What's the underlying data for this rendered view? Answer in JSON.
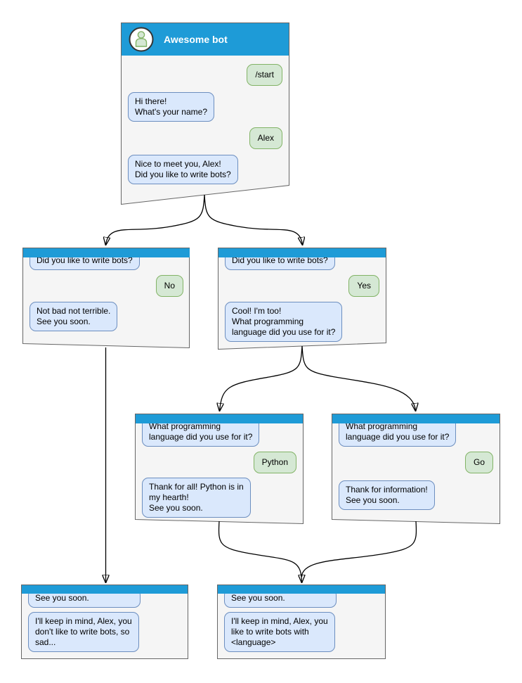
{
  "colors": {
    "header-blue": "#1E9BD7",
    "window-bg": "#F5F5F5",
    "window-border": "#666666",
    "bot-bubble-bg": "#DAE8FC",
    "bot-bubble-border": "#6C8EBF",
    "user-bubble-bg": "#D5E8D4",
    "user-bubble-border": "#82B366",
    "arrow-color": "#000000",
    "text-color": "#000000",
    "title-color": "#FFFFFF",
    "avatar-bg": "#FFFFFF",
    "avatar-border": "#333333"
  },
  "windows": {
    "main": {
      "title": "Awesome bot",
      "messages": [
        {
          "from": "user",
          "text": "/start"
        },
        {
          "from": "bot",
          "text": "Hi there!\nWhat's your name?"
        },
        {
          "from": "user",
          "text": "Alex"
        },
        {
          "from": "bot",
          "text": "Nice to meet you, Alex!\nDid you like to write bots?"
        }
      ]
    },
    "branch_no": {
      "messages": [
        {
          "from": "bot",
          "text": "Did you like to write bots?"
        },
        {
          "from": "user",
          "text": "No"
        },
        {
          "from": "bot",
          "text": "Not bad not terrible.\nSee you soon."
        }
      ]
    },
    "branch_yes": {
      "messages": [
        {
          "from": "bot",
          "text": "Did you like to write bots?"
        },
        {
          "from": "user",
          "text": "Yes"
        },
        {
          "from": "bot",
          "text": "Cool! I'm too!\nWhat programming\nlanguage did you use for it?"
        }
      ]
    },
    "lang_python": {
      "messages": [
        {
          "from": "bot",
          "text": "What programming\nlanguage did you use for it?"
        },
        {
          "from": "user",
          "text": "Python"
        },
        {
          "from": "bot",
          "text": "Thank for all! Python is in\nmy hearth!\nSee you soon."
        }
      ]
    },
    "lang_go": {
      "messages": [
        {
          "from": "bot",
          "text": "What programming\nlanguage did you use for it?"
        },
        {
          "from": "user",
          "text": "Go"
        },
        {
          "from": "bot",
          "text": "Thank for information!\nSee you soon."
        }
      ]
    },
    "end_no": {
      "messages": [
        {
          "from": "bot",
          "text": "See you soon."
        },
        {
          "from": "bot",
          "text": "I'll keep in mind, Alex, you\ndon't like to write bots, so\nsad..."
        }
      ]
    },
    "end_yes": {
      "messages": [
        {
          "from": "bot",
          "text": "See you soon."
        },
        {
          "from": "bot",
          "text": "I'll keep in mind, Alex, you\nlike to write bots with\n<language>"
        }
      ]
    }
  }
}
